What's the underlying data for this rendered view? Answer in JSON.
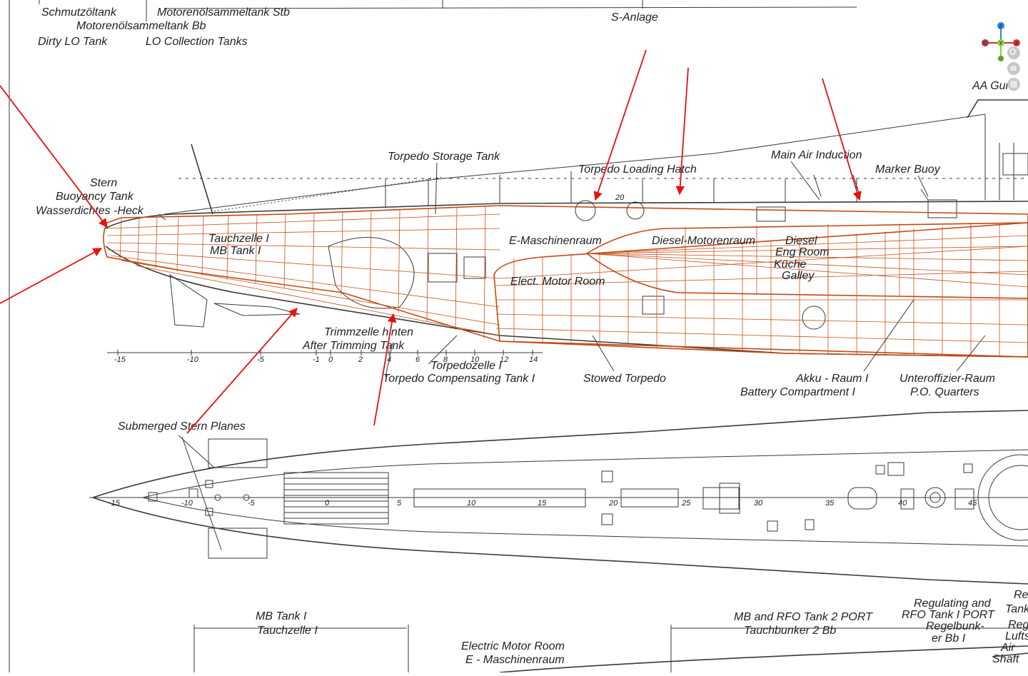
{
  "top_labels": {
    "schmutzoltank": "Schmutzöltank",
    "motorenol_stb": "Motorenölsammeltank Stb",
    "motorenol_bb": "Motorenölsammeltank Bb",
    "dirty_lo": "Dirty LO Tank",
    "lo_collection": "LO Collection Tanks",
    "s_anlage": "S-Anlage",
    "aa_gun": "AA Gun"
  },
  "side_labels": {
    "stern": "Stern",
    "buoyancy_tank": "Buoyancy Tank",
    "wasserdichtes_heck": "Wasserdichtes -Heck",
    "torpedo_storage": "Torpedo Storage Tank",
    "torpedo_loading_hatch": "Torpedo Loading Hatch",
    "main_air_induction": "Main Air Induction",
    "marker_buoy": "Marker Buoy",
    "tauchzelle": "Tauchzelle I",
    "mb_tank": "MB Tank I",
    "e_maschinenraum": "E-Maschinenraum",
    "diesel_motorenraum": "Diesel-Motorenraum",
    "diesel": "Diesel",
    "eng_room": "Eng Room",
    "kuche": "Küche",
    "galley": "Galley",
    "elect_motor_room": "Elect. Motor Room",
    "trimmzelle": "Trimmzelle hinten",
    "after_trimming": "After Trimming Tank",
    "torpedozelle": "Torpedozelle I",
    "torpedo_comp": "Torpedo Compensating Tank I",
    "stowed_torpedo": "Stowed Torpedo",
    "akku_raum": "Akku - Raum I",
    "battery_comp": "Battery Compartment I",
    "unteroffizier": "Unteroffizier-Raum",
    "po_quarters": "P.O. Quarters",
    "frame_20": "20"
  },
  "scale_ticks": [
    "-15",
    "-10",
    "-5",
    "-1",
    "0",
    "2",
    "4",
    "6",
    "8",
    "10",
    "12",
    "14"
  ],
  "plan_labels": {
    "submerged_planes": "Submerged Stern Planes",
    "ticks": [
      "-15",
      "-10",
      "-5",
      "0",
      "5",
      "10",
      "15",
      "20",
      "25",
      "30",
      "35",
      "40",
      "45"
    ]
  },
  "bottom_labels": {
    "mb_tank_i": "MB Tank I",
    "tauchzelle_i": "Tauchzelle I",
    "electric_motor_room": "Electric Motor Room",
    "e_maschinenraum": "E - Maschinenraum",
    "mb_rfo_port": "MB and RFO Tank 2 PORT",
    "tauchbunker": "Tauchbunker 2 Bb",
    "regulating": "Regulating and",
    "rfo_tank_port": "RFO Tank I PORT",
    "regelbunker": "Regelbunk-",
    "er_bb": "er Bb I",
    "air": "Air",
    "shaft": "Shaft",
    "re": "Re",
    "tank": "Tank",
    "rege": "Rege",
    "luftsc": "Luftsc"
  },
  "gizmo": {
    "axes": [
      "Z",
      "Y",
      "X"
    ],
    "tools": [
      "zoom-icon",
      "hand-icon",
      "grid-icon"
    ]
  },
  "colors": {
    "mesh": "#c8521a",
    "annotation_arrows": "#e8110f",
    "drawing_ink": "#3a3a3a",
    "axis_x": "#d63131",
    "axis_y": "#7bd33b",
    "axis_z": "#2f7fe0"
  }
}
